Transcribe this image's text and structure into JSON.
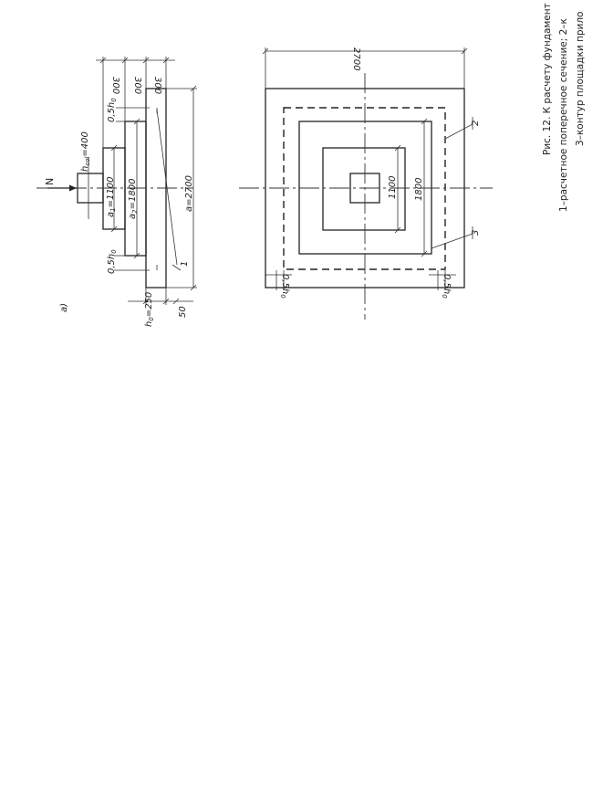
{
  "section": {
    "label": "а)",
    "load": "N",
    "h_col": "h",
    "h_col_sub": "col",
    "h_col_value": "=400",
    "a1": "a",
    "a1_sub": "1",
    "a1_value": "=1100",
    "a2": "a",
    "a2_sub": "2",
    "a2_value": "=1800",
    "a": "a=2700",
    "half_h_top": "0,5h",
    "half_h_top_sub": "0",
    "half_h_bottom": "0,5h",
    "half_h_bottom_sub": "0",
    "h0": "h",
    "h0_sub": "0",
    "h0_value": "=250",
    "cover": "50",
    "step1": "300",
    "step2": "300",
    "step3": "300",
    "marker": "1"
  },
  "plan": {
    "overall": "2700",
    "inner1": "1100",
    "inner2": "1800",
    "offset_left": "0,5h",
    "offset_left_sub": "0",
    "offset_right": "0,5h",
    "offset_right_sub": "0",
    "marker2": "2",
    "marker3": "3"
  },
  "caption": {
    "line1": "Рис. 12. К расчету фундамент",
    "line2": "1–расчетное поперечное сечение; 2–к",
    "line3": "3–контур площадки прило"
  }
}
